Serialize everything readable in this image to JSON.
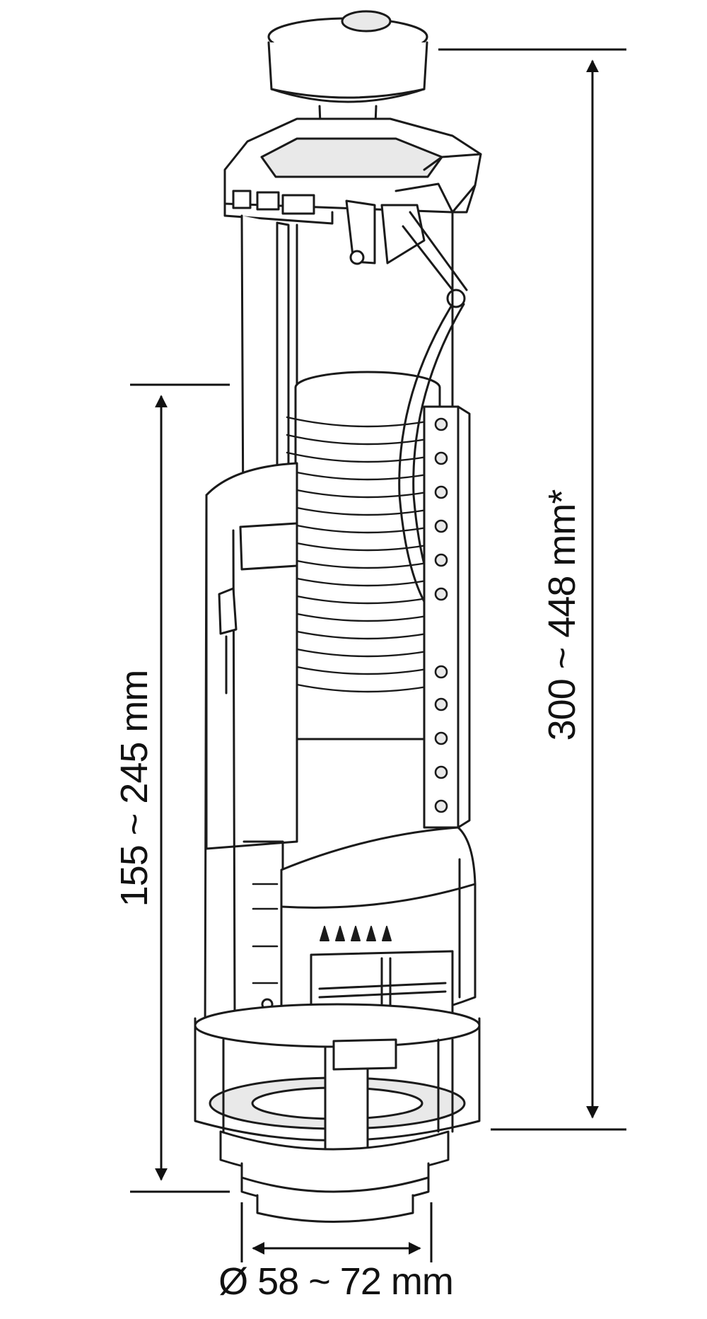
{
  "dimensions": {
    "height_range": "155 ~ 245 mm",
    "total_height_range": "300 ~ 448 mm*",
    "diameter_range": "Ø 58 ~ 72 mm"
  },
  "colors": {
    "line": "#1a1a1a",
    "fill": "#ffffff",
    "shade": "#e9e9e9"
  },
  "icons": {
    "push_button": "push-button-icon"
  }
}
